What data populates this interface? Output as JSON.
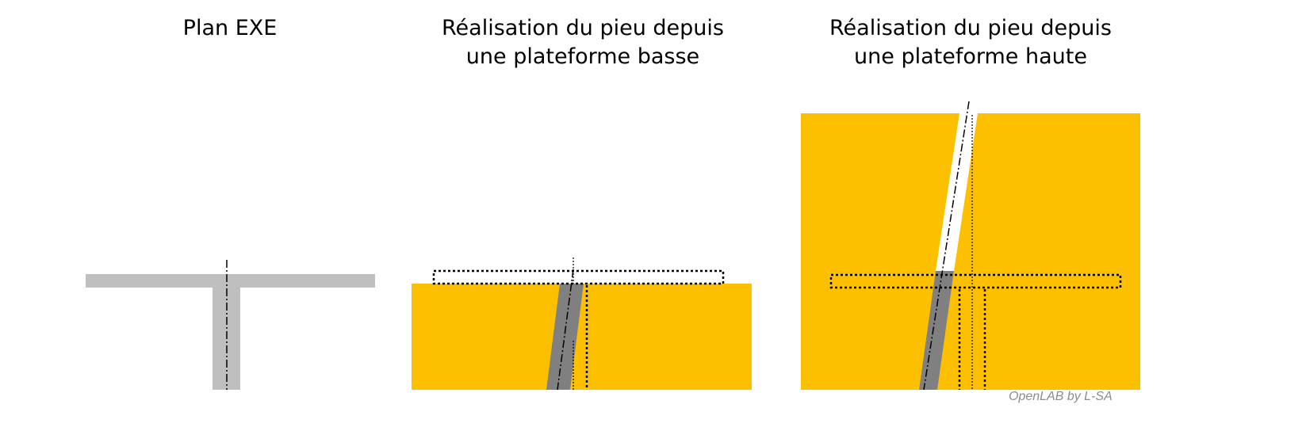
{
  "titles": {
    "plan_exe": "Plan EXE",
    "low_platform_line1": "Réalisation du pieu depuis",
    "low_platform_line2": "une plateforme basse",
    "high_platform_line1": "Réalisation du pieu depuis",
    "high_platform_line2": "une plateforme haute"
  },
  "watermark": "OpenLAB by L-SA",
  "colors": {
    "soil": "#fdc000",
    "pile_plan": "#bfbfbf",
    "pile_built": "#808080"
  }
}
